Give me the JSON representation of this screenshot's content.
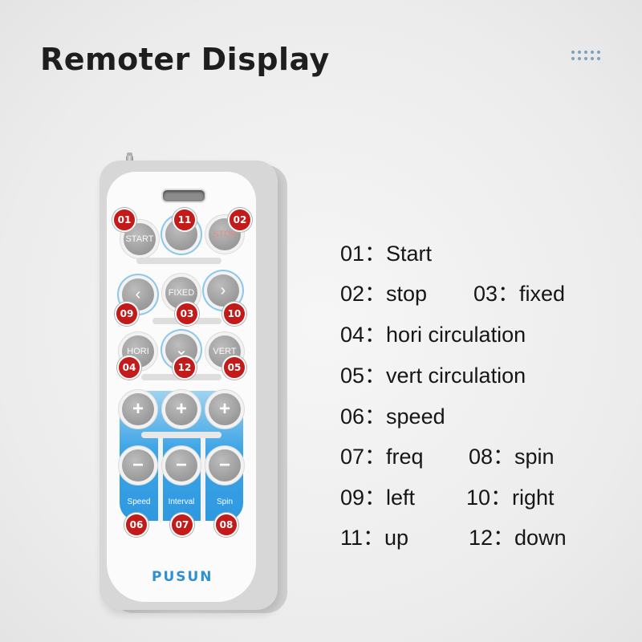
{
  "title": "Remoter Display",
  "brand": "PUSUN",
  "buttons": {
    "start": "START",
    "stop": "STOP",
    "fixed": "FIXED",
    "hori": "HORI",
    "vert": "VERT",
    "plus": "+",
    "minus": "−"
  },
  "columns": [
    "Speed",
    "Interval",
    "Spin"
  ],
  "badges": {
    "b01": "01",
    "b02": "02",
    "b03": "03",
    "b04": "04",
    "b05": "05",
    "b06": "06",
    "b07": "07",
    "b08": "08",
    "b09": "09",
    "b10": "10",
    "b11": "11",
    "b12": "12"
  },
  "legend": {
    "r1": {
      "a": "01：Start"
    },
    "r2": {
      "a": "02：stop",
      "b": "03：fixed"
    },
    "r3": {
      "a": "04：hori circulation"
    },
    "r4": {
      "a": "05：vert circulation"
    },
    "r5": {
      "a": "06：speed"
    },
    "r6": {
      "a": "07：freq",
      "b": "08：spin"
    },
    "r7": {
      "a": "09：left",
      "b": "10：right"
    },
    "r8": {
      "a": "11：up",
      "b": "12：down"
    }
  },
  "colors": {
    "badge": "#c31a1a",
    "accent_blue": "#3ea5e6",
    "brand": "#2d8fd6"
  }
}
